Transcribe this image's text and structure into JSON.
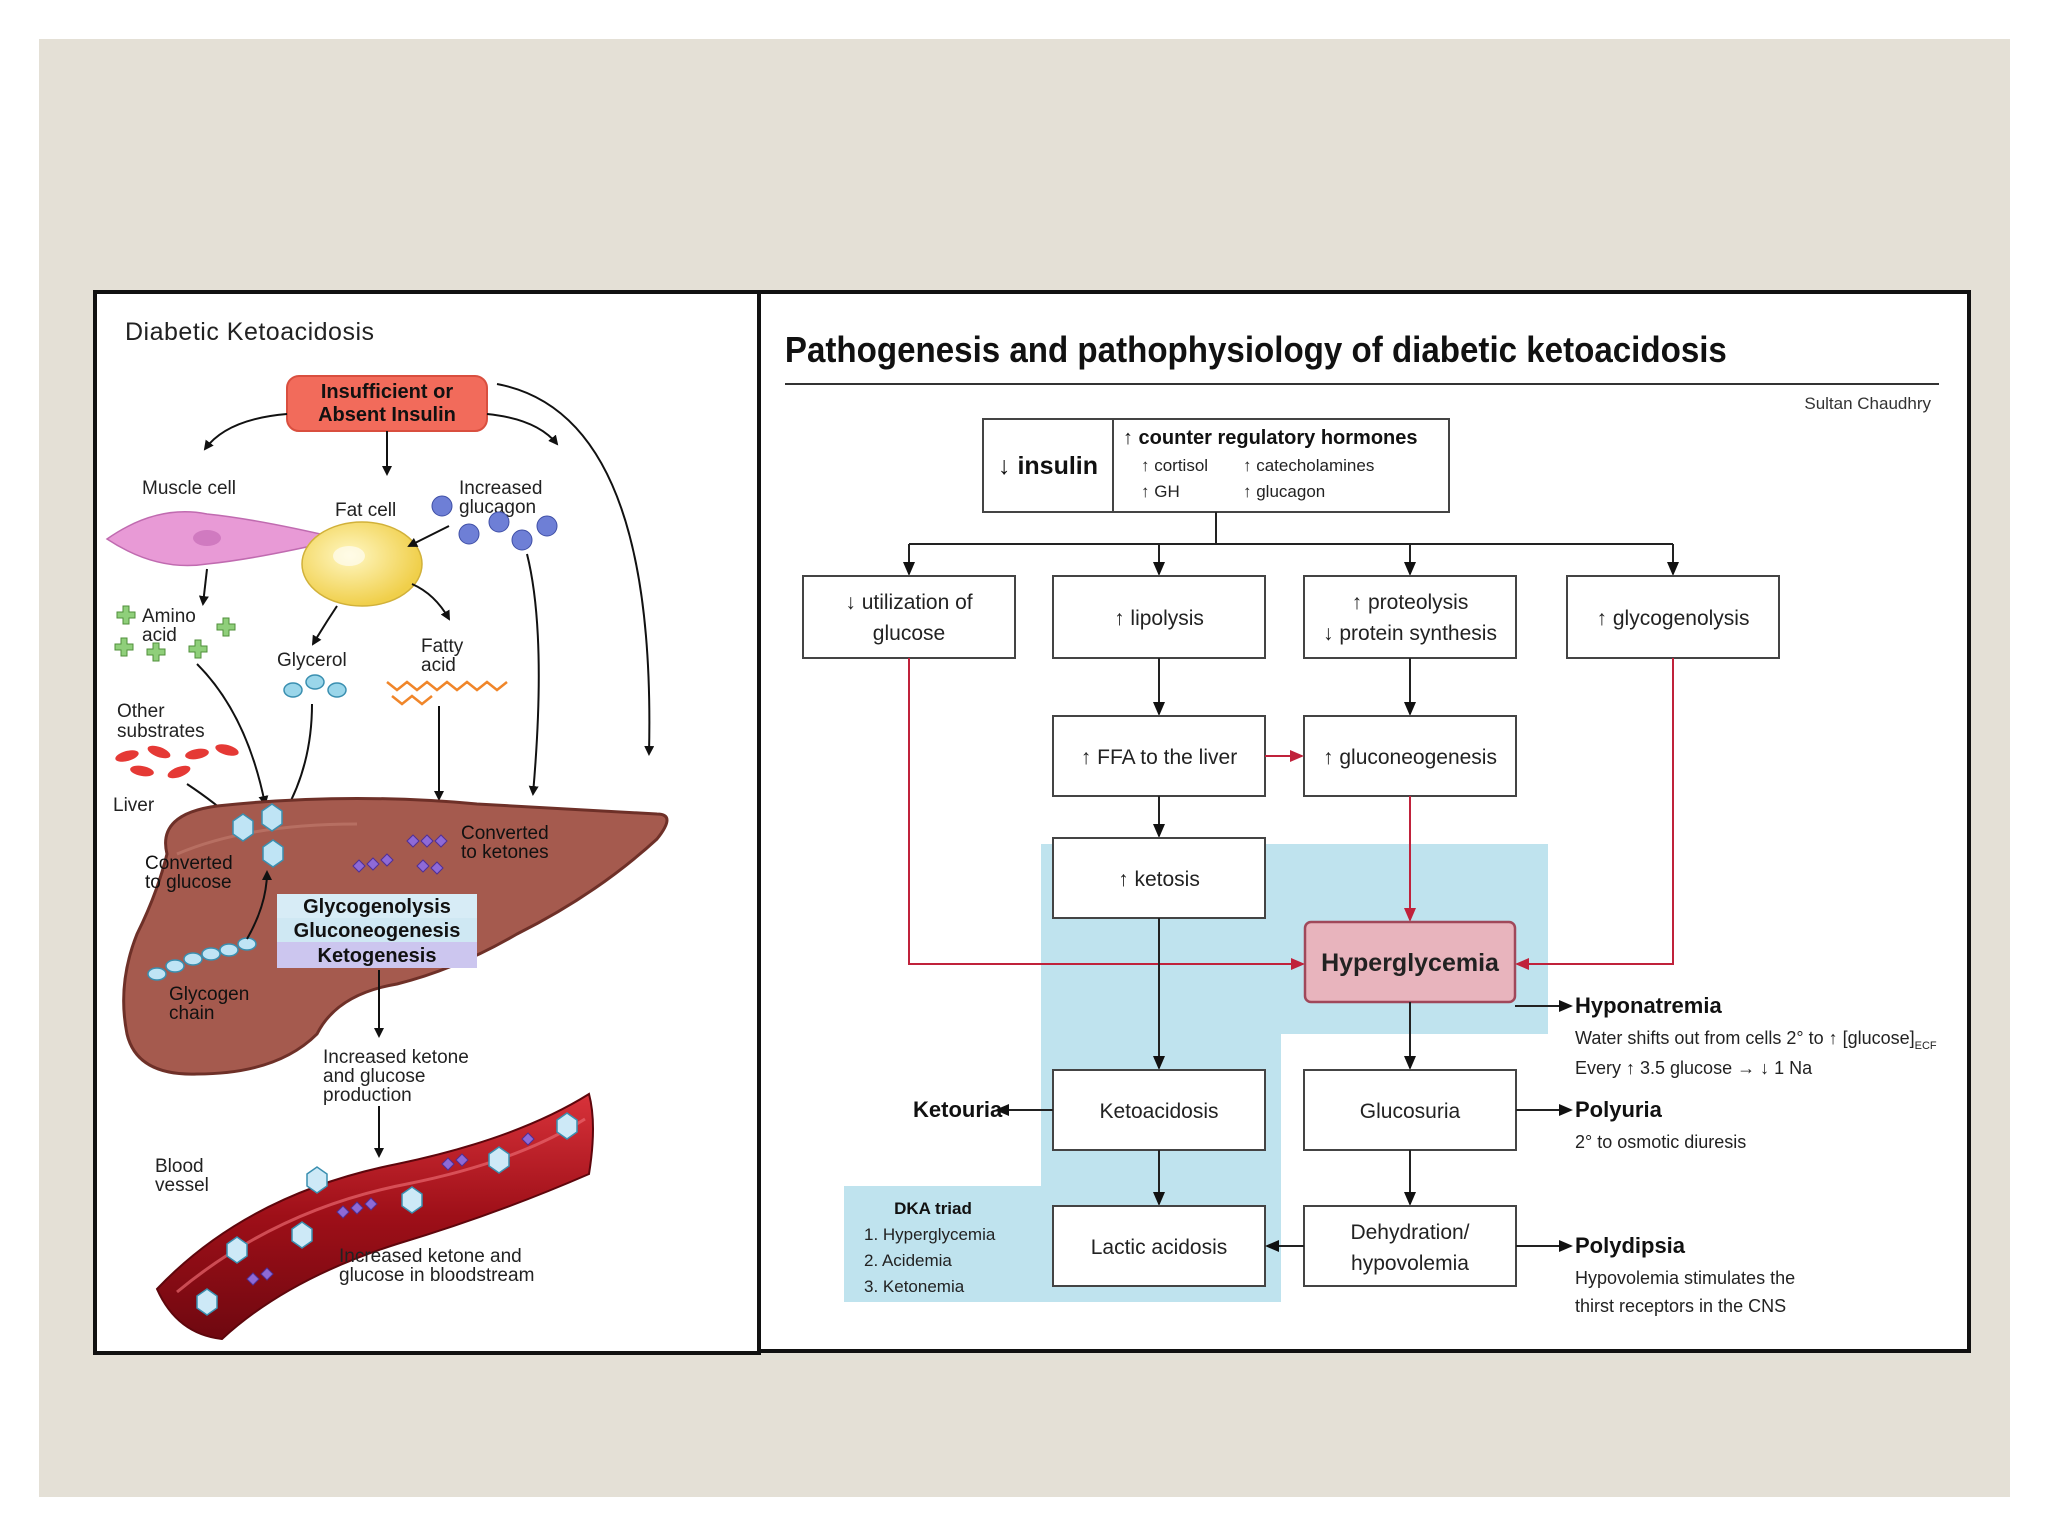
{
  "left_panel": {
    "title": "Diabetic Ketoacidosis",
    "root_line1": "Insufficient or",
    "root_line2": "Absent Insulin",
    "muscle_cell": "Muscle cell",
    "fat_cell": "Fat cell",
    "glucagon_line1": "Increased",
    "glucagon_line2": "glucagon",
    "amino_line1": "Amino",
    "amino_line2": "acid",
    "glycerol": "Glycerol",
    "fatty_line1": "Fatty",
    "fatty_line2": "acid",
    "other_line1": "Other",
    "other_line2": "substrates",
    "liver": "Liver",
    "conv_glucose_line1": "Converted",
    "conv_glucose_line2": "to glucose",
    "conv_ketones_line1": "Converted",
    "conv_ketones_line2": "to ketones",
    "process_1": "Glycogenolysis",
    "process_2": "Gluconeogenesis",
    "process_3": "Ketogenesis",
    "glycogen_line1": "Glycogen",
    "glycogen_line2": "chain",
    "production_line1": "Increased ketone",
    "production_line2": "and glucose",
    "production_line3": "production",
    "vessel_line1": "Blood",
    "vessel_line2": "vessel",
    "bloodstream_line1": "Increased ketone and",
    "bloodstream_line2": "glucose in bloodstream"
  },
  "right_panel": {
    "title": "Pathogenesis and pathophysiology of diabetic ketoacidosis",
    "author": "Sultan Chaudhry",
    "insulin": "↓ insulin",
    "hormones_header": "↑ counter regulatory hormones",
    "h_cortisol": "↑ cortisol",
    "h_catecholamines": "↑ catecholamines",
    "h_gh": "↑ GH",
    "h_glucagon": "↑ glucagon",
    "util_line1": "↓ utilization of",
    "util_line2": "glucose",
    "lipolysis": "↑ lipolysis",
    "proteo_line1": "↑ proteolysis",
    "proteo_line2": "↓ protein synthesis",
    "glycogenolysis": "↑ glycogenolysis",
    "ffa": "↑ FFA to the liver",
    "gluconeogenesis": "↑ gluconeogenesis",
    "ketosis": "↑ ketosis",
    "hyperglycemia": "Hyperglycemia",
    "hyponatremia": "Hyponatremia",
    "hypo_desc1": "Water shifts out from cells 2° to ↑ [glucose]",
    "hypo_desc1_sub": "ECF",
    "hypo_desc2": "Every ↑ 3.5 glucose → ↓ 1 Na",
    "ketouria": "Ketouria",
    "ketoacidosis": "Ketoacidosis",
    "glucosuria": "Glucosuria",
    "polyuria": "Polyuria",
    "polyuria_desc": "2° to osmotic diuresis",
    "dka_triad_title": "DKA triad",
    "dka_1": "1. Hyperglycemia",
    "dka_2": "2. Acidemia",
    "dka_3": "3. Ketonemia",
    "lactic": "Lactic acidosis",
    "dehyd_line1": "Dehydration/",
    "dehyd_line2": "hypovolemia",
    "polydipsia": "Polydipsia",
    "polydipsia_desc1": "Hypovolemia stimulates the",
    "polydipsia_desc2": "thirst receptors in the CNS"
  },
  "colors": {
    "background": "#e4e0d6",
    "insulin_box": "#f26b5b",
    "liver": "#a55a4e",
    "blood_vessel": "#b3131b",
    "hyperglycemia_box": "#e8b4bd",
    "red_arrow": "#c0223b",
    "triad_region": "#bfe3ee"
  }
}
